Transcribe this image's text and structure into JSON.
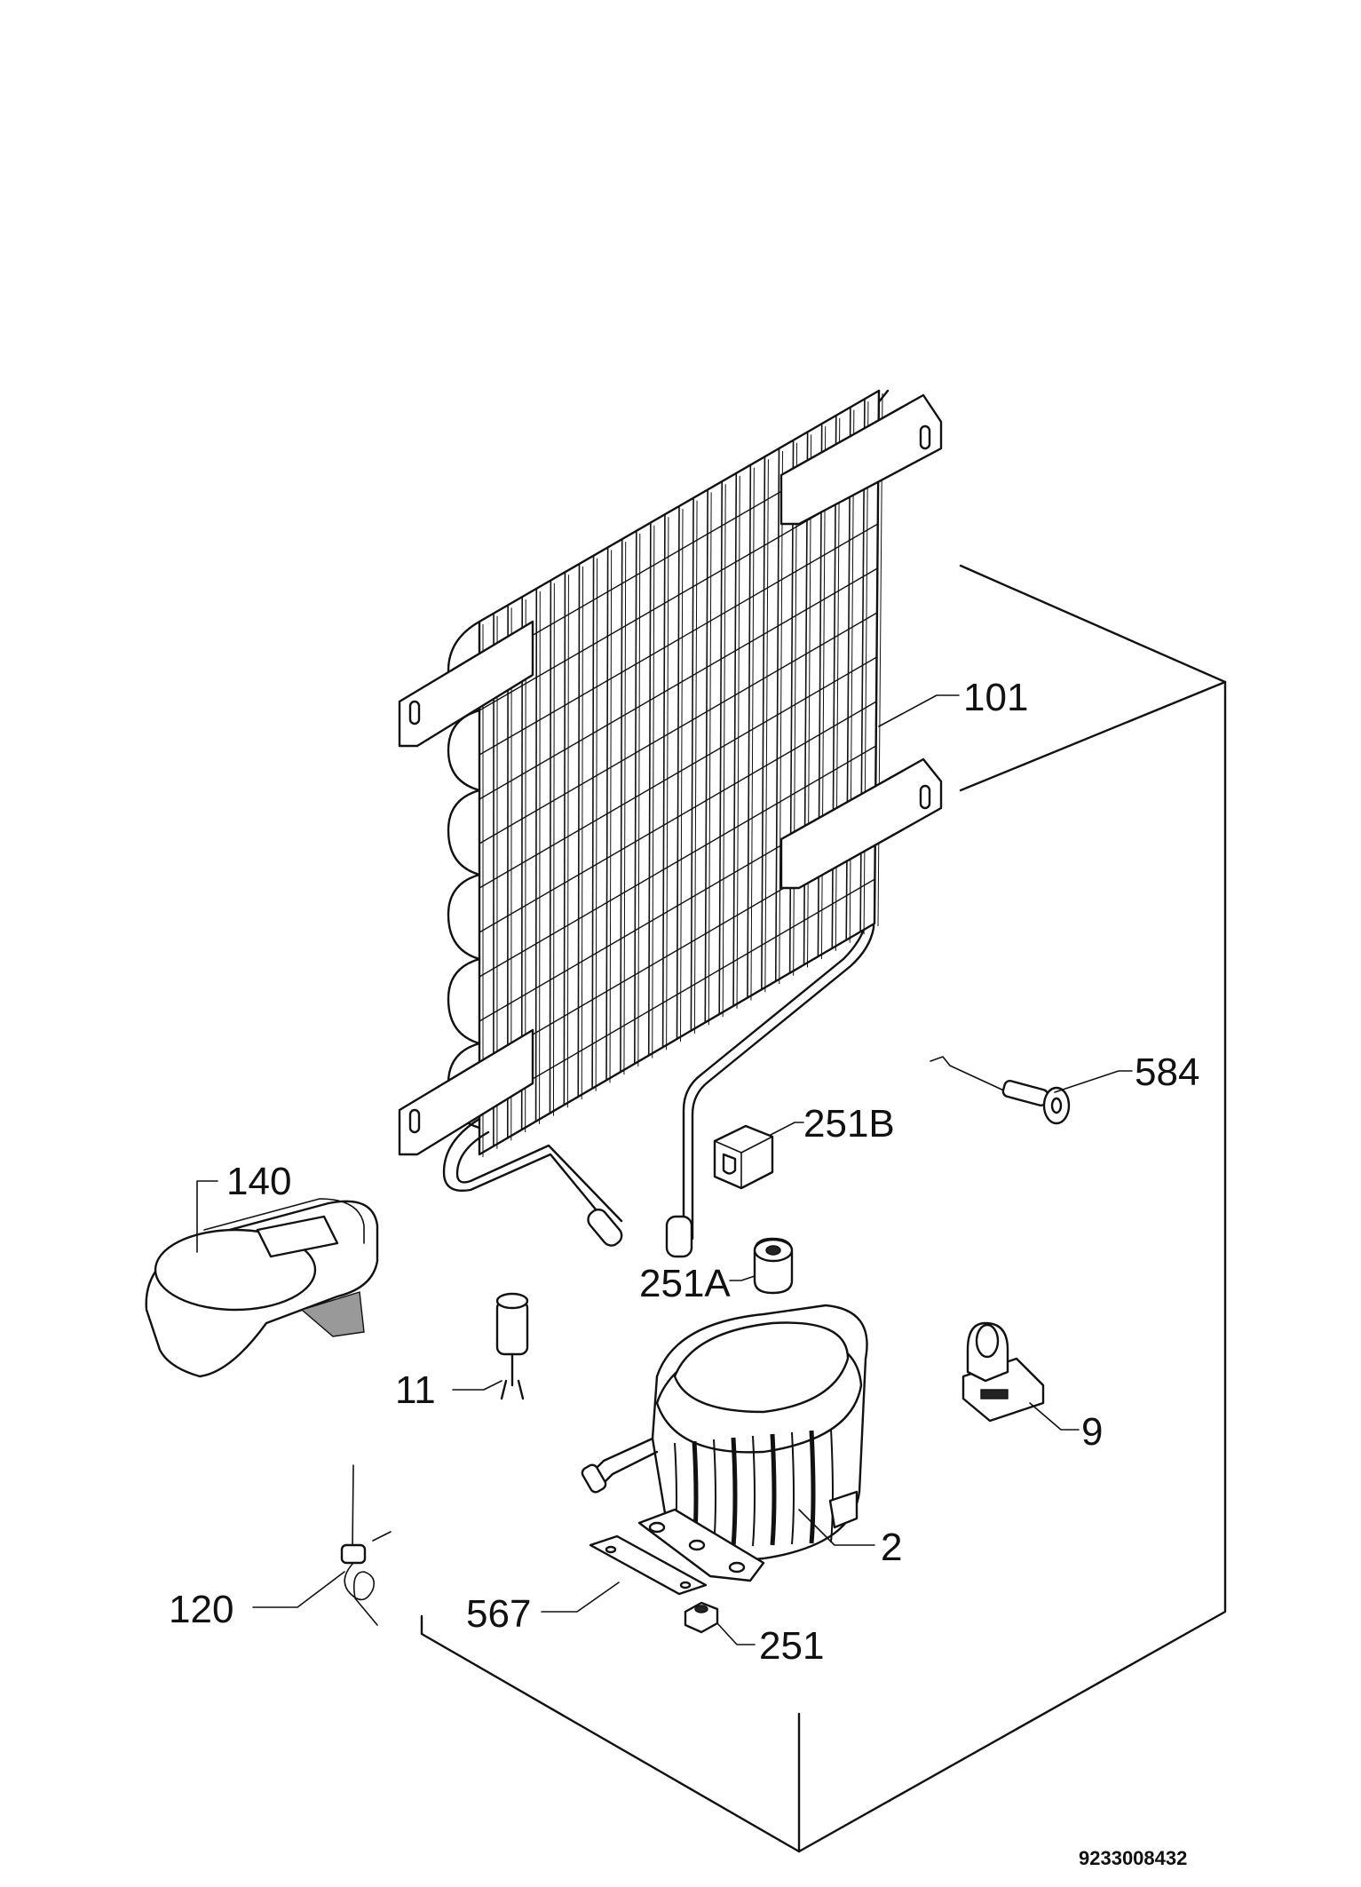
{
  "diagram": {
    "document_code": "9233008432",
    "callouts": [
      {
        "id": "101",
        "text": "101"
      },
      {
        "id": "584",
        "text": "584"
      },
      {
        "id": "251B",
        "text": "251B"
      },
      {
        "id": "140",
        "text": "140"
      },
      {
        "id": "251A",
        "text": "251A"
      },
      {
        "id": "11",
        "text": "11"
      },
      {
        "id": "9",
        "text": "9"
      },
      {
        "id": "2",
        "text": "2"
      },
      {
        "id": "120",
        "text": "120"
      },
      {
        "id": "567",
        "text": "567"
      },
      {
        "id": "251",
        "text": "251"
      }
    ]
  }
}
